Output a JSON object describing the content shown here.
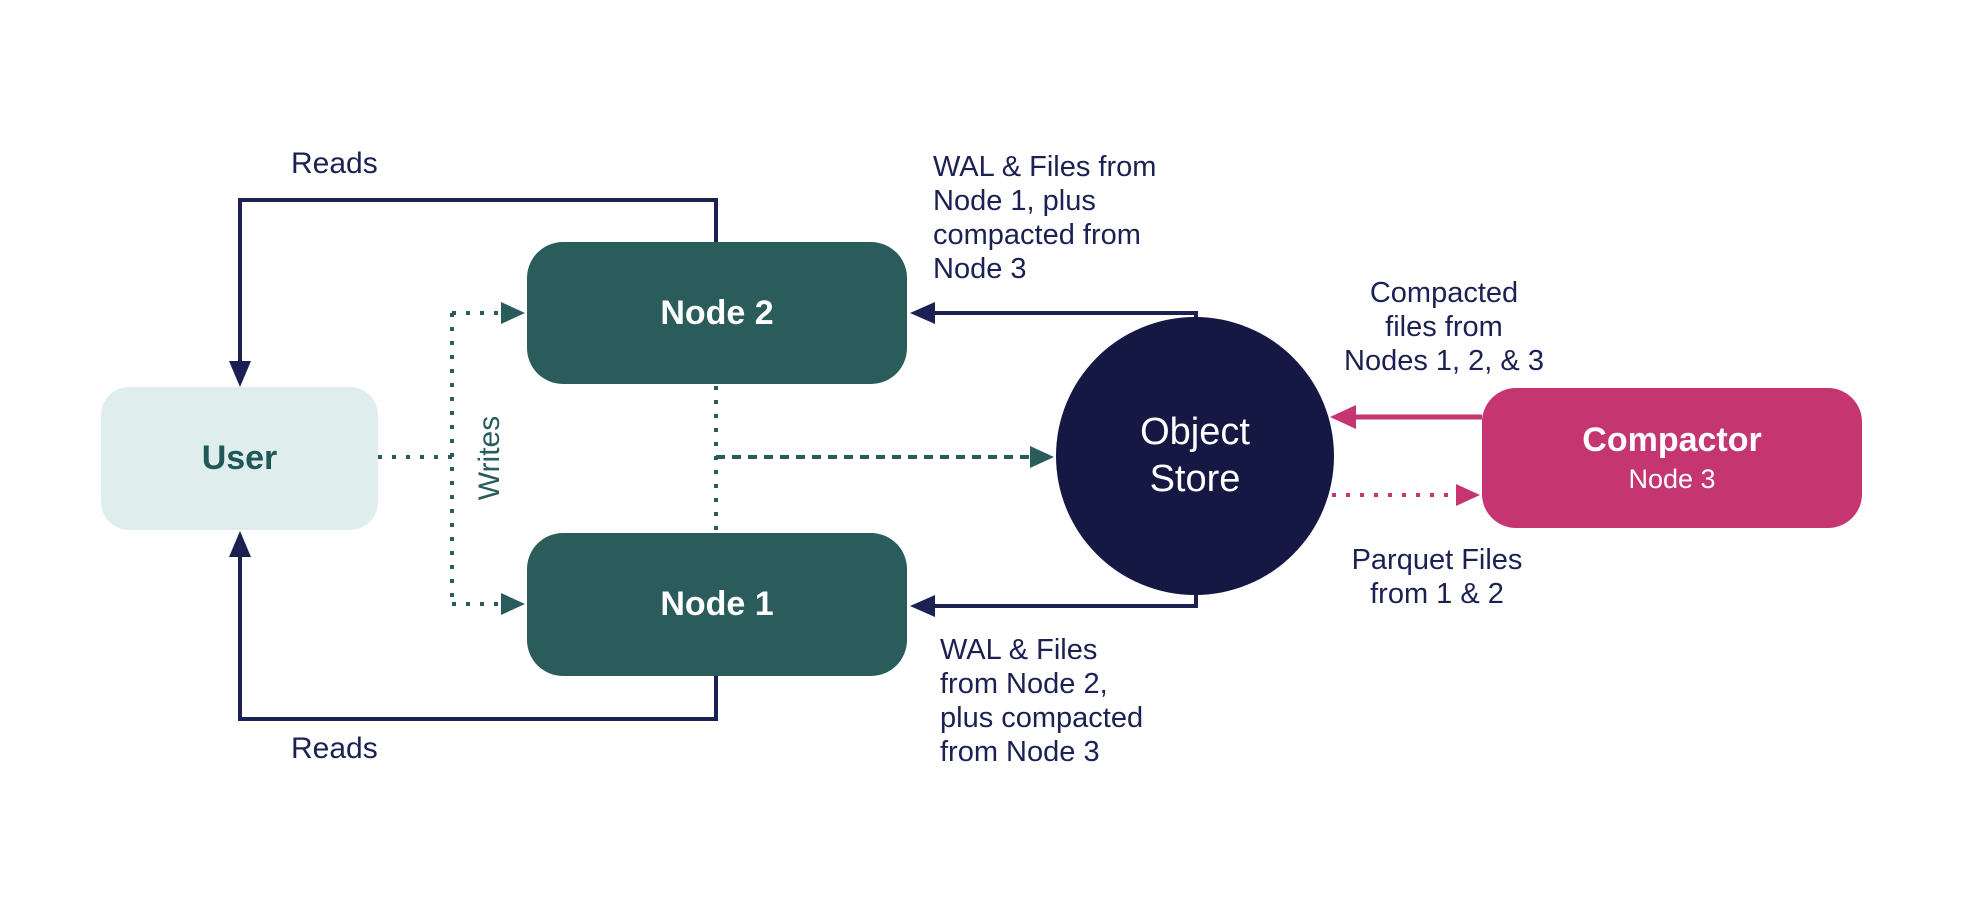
{
  "colors": {
    "navy": "#1B2153",
    "navy_deep": "#141843",
    "teal": "#2A5C5B",
    "teal_text": "#1E5858",
    "mint": "#DFEEED",
    "pink": "#C53571",
    "white": "#FFFFFF",
    "bg": "#FFFFFF"
  },
  "nodes": {
    "user": {
      "label": "User"
    },
    "node2": {
      "label": "Node 2"
    },
    "node1": {
      "label": "Node 1"
    },
    "object_store": {
      "label": "Object\nStore"
    },
    "compactor": {
      "title": "Compactor",
      "subtitle": "Node 3"
    }
  },
  "labels": {
    "reads_top": "Reads",
    "reads_bottom": "Reads",
    "writes": "Writes",
    "wal_to_node2": "WAL & Files from\nNode 1, plus\ncompacted from\nNode 3",
    "wal_to_node1": "WAL & Files\nfrom Node 2,\nplus compacted\nfrom Node 3",
    "compacted_files": "Compacted\nfiles from\nNodes 1, 2, & 3",
    "parquet_files": "Parquet Files\nfrom 1 & 2"
  }
}
